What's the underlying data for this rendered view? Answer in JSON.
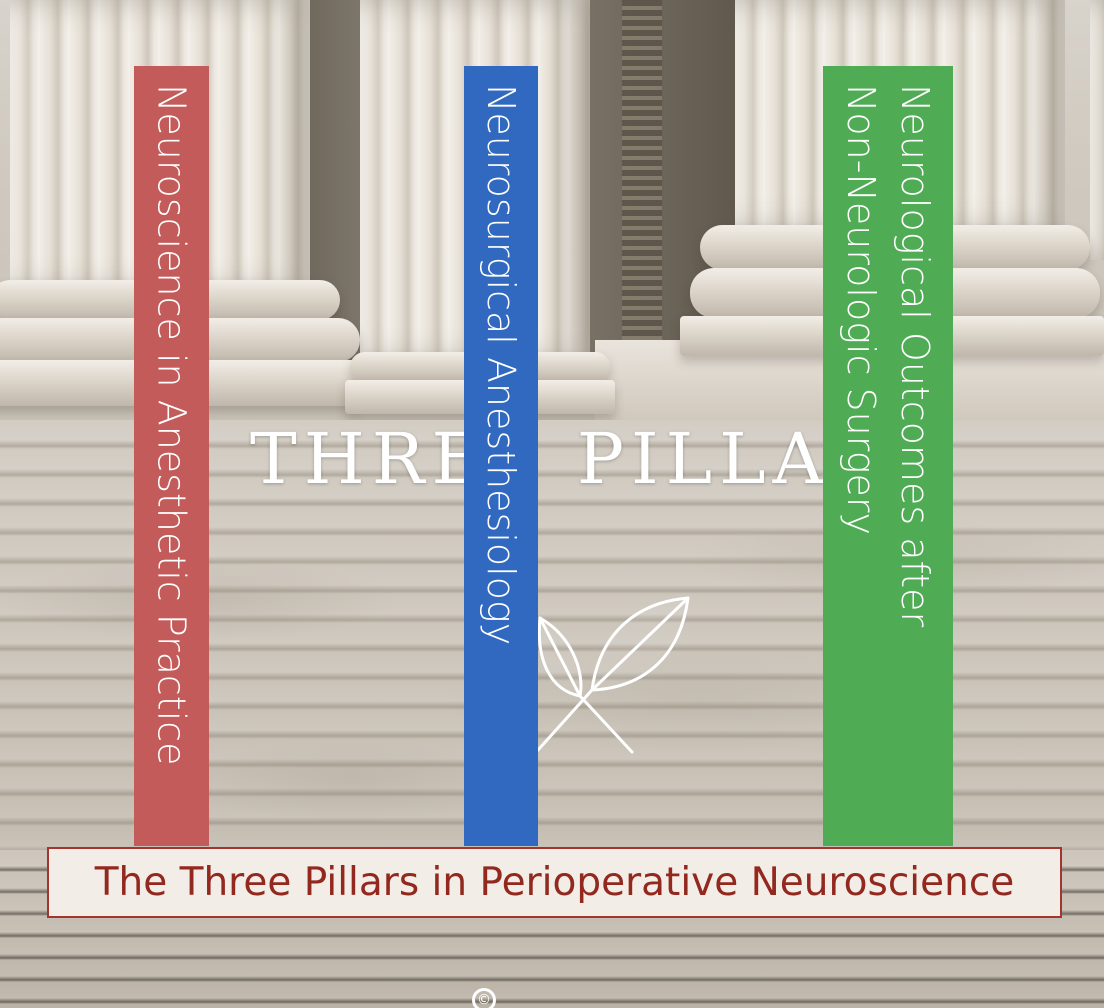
{
  "headline": {
    "text": "THREE PILLARS"
  },
  "pillars": [
    {
      "label": "Neuroscience in Anesthetic Practice",
      "color": "#c25b5a"
    },
    {
      "label": "Neurosurgical Anesthesiology",
      "color": "#3069bf"
    },
    {
      "label": "Neurological Outcomes after Non-Neurologic Surgery",
      "color": "#4fac55"
    }
  ],
  "caption": {
    "text": "The Three Pillars in Perioperative Neuroscience",
    "text_color": "#93281f",
    "border_color": "#a3342e"
  },
  "logo": {
    "icon": "leaf-branch-icon"
  },
  "footer": {
    "mark": "©"
  }
}
